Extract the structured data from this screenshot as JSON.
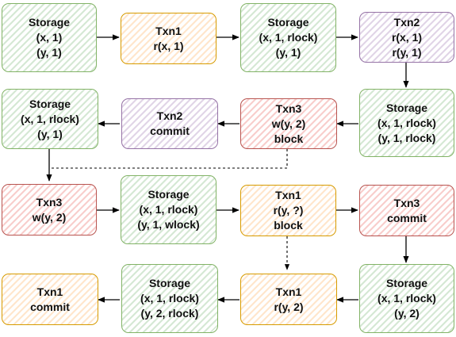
{
  "colors": {
    "storage_stroke": "#82b366",
    "storage_fill": "#d5e8d4",
    "txn1_stroke": "#d79b00",
    "txn1_fill": "#ffe6cc",
    "txn2_stroke": "#9673a6",
    "txn2_fill": "#e1d5e7",
    "txn3_stroke": "#b85450",
    "txn3_fill": "#f8cecc",
    "edge": "#000000"
  },
  "nodes": {
    "n1": {
      "lines": [
        "Storage",
        "(x, 1)",
        "(y, 1)"
      ]
    },
    "n2": {
      "lines": [
        "Txn1",
        "r(x, 1)"
      ]
    },
    "n3": {
      "lines": [
        "Storage",
        "(x, 1, rlock)",
        "(y, 1)"
      ]
    },
    "n4": {
      "lines": [
        "Txn2",
        "r(x, 1)",
        "r(y, 1)"
      ]
    },
    "n5": {
      "lines": [
        "Storage",
        "(x, 1, rlock)",
        "(y, 1, rlock)"
      ]
    },
    "n6": {
      "lines": [
        "Txn3",
        "w(y, 2)",
        "block"
      ]
    },
    "n7": {
      "lines": [
        "Txn2",
        "commit"
      ]
    },
    "n8": {
      "lines": [
        "Storage",
        "(x, 1, rlock)",
        "(y, 1)"
      ]
    },
    "n9": {
      "lines": [
        "Txn3",
        "w(y, 2)"
      ]
    },
    "n10": {
      "lines": [
        "Storage",
        "(x, 1, rlock)",
        "(y, 1, wlock)"
      ]
    },
    "n11": {
      "lines": [
        "Txn1",
        "r(y, ?)",
        "block"
      ]
    },
    "n12": {
      "lines": [
        "Txn3",
        "commit"
      ]
    },
    "n13": {
      "lines": [
        "Storage",
        "(x, 1, rlock)",
        "(y, 2)"
      ]
    },
    "n14": {
      "lines": [
        "Txn1",
        "r(y, 2)"
      ]
    },
    "n15": {
      "lines": [
        "Storage",
        "(x, 1, rlock)",
        "(y, 2, rlock)"
      ]
    },
    "n16": {
      "lines": [
        "Txn1",
        "commit"
      ]
    }
  }
}
